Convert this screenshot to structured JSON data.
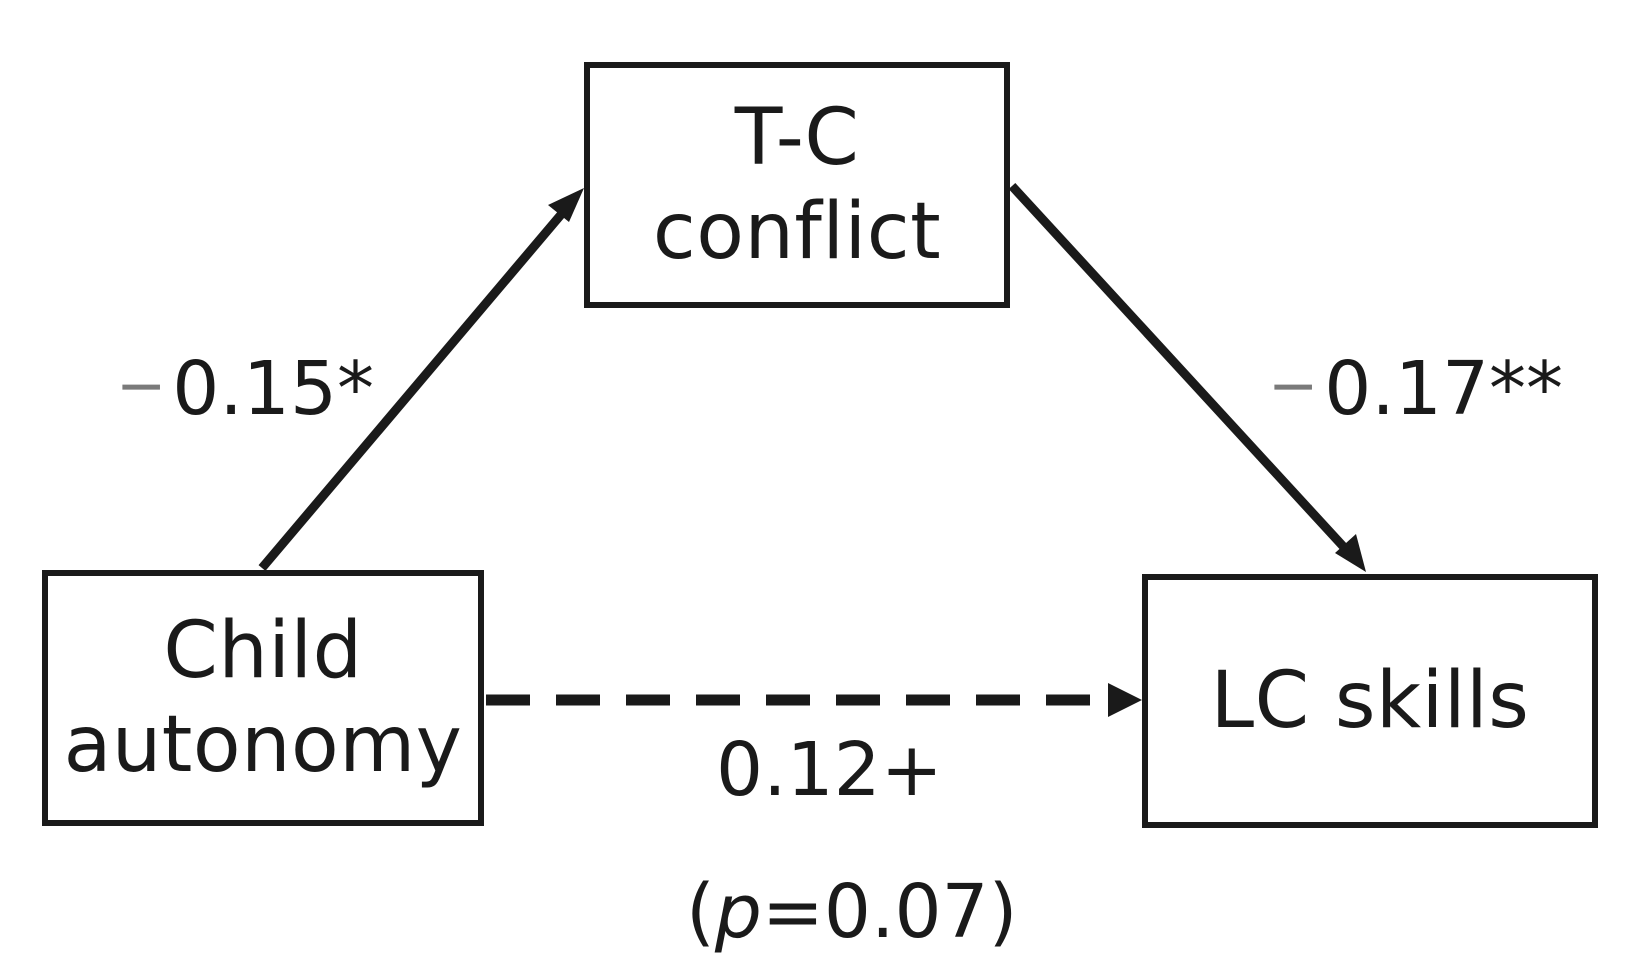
{
  "nodes": {
    "tc_conflict": {
      "line1": "T-C",
      "line2": "conflict"
    },
    "child_autonomy": {
      "line1": "Child",
      "line2": "autonomy"
    },
    "lc_skills": {
      "line1": "LC skills"
    }
  },
  "paths": {
    "a": {
      "sign": "−",
      "value": "0.15*"
    },
    "b": {
      "sign": "−",
      "value": "0.17**"
    },
    "c": {
      "value": "0.12+",
      "p_open": "(",
      "p_symbol": "p",
      "p_rest": "=0.07)"
    }
  },
  "colors": {
    "ink": "#1a1a1a",
    "minus_sign": "#7a7a7a",
    "background": "#ffffff"
  },
  "edge_styles": {
    "a": "solid",
    "b": "solid",
    "c": "dashed"
  }
}
